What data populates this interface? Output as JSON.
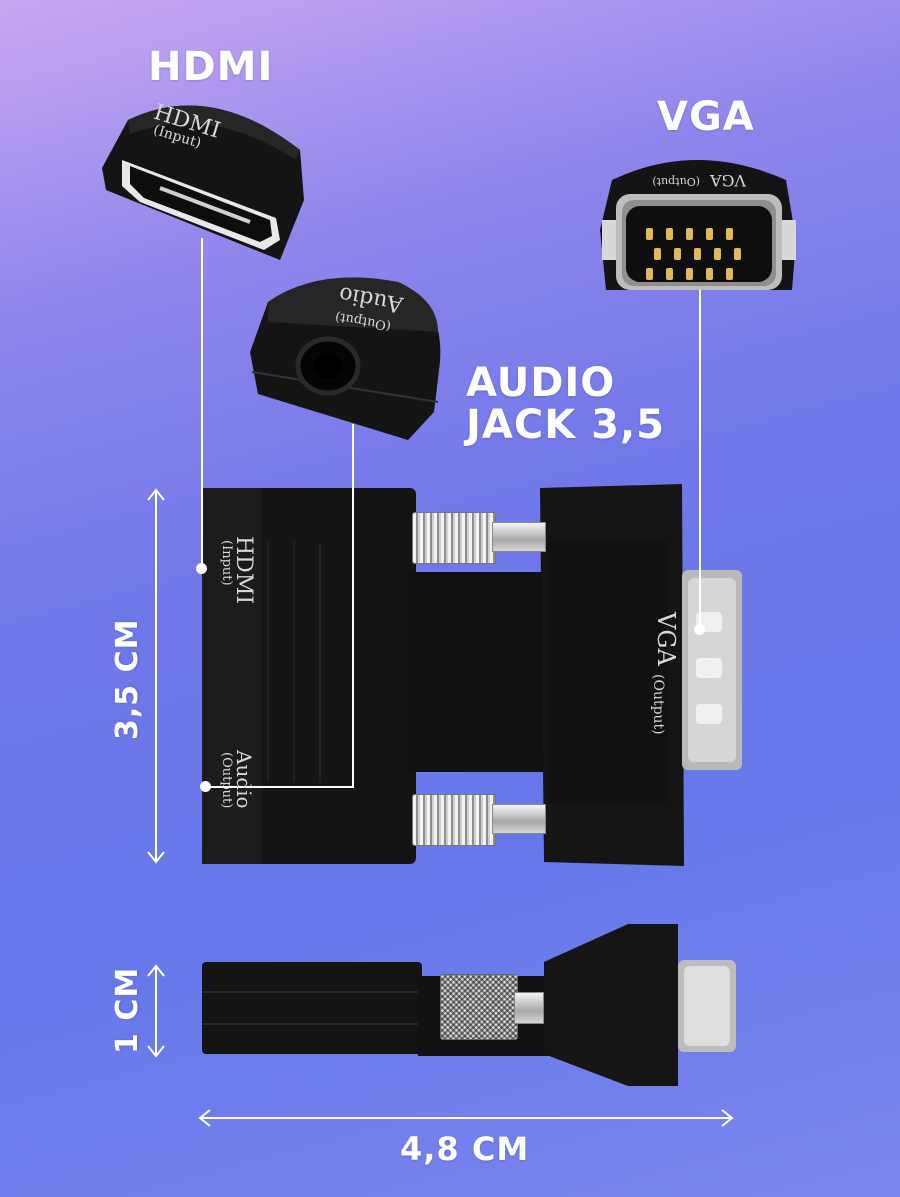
{
  "labels": {
    "hdmi": "HDMI",
    "vga": "VGA",
    "audio_line1": "AUDIO",
    "audio_line2": "JACK 3,5"
  },
  "dimensions": {
    "height": "3,5 CM",
    "depth": "1 CM",
    "width": "4,8 CM"
  },
  "engravings": {
    "hdmi_top": "HDMI",
    "hdmi_top_sub": "(Input)",
    "audio_top": "Audio",
    "audio_top_sub": "(Output)",
    "vga_top": "VGA",
    "vga_top_sub": "(Output)",
    "body_hdmi": "HDMI",
    "body_hdmi_sub": "(Input)",
    "body_audio": "Audio",
    "body_audio_sub": "(Output)",
    "body_vga": "VGA",
    "body_vga_sub": "(Output)"
  },
  "colors": {
    "background_top": "#c9a8f2",
    "background_bottom": "#6678ea",
    "adapter_body": "#121212",
    "annotation": "#ffffff"
  }
}
